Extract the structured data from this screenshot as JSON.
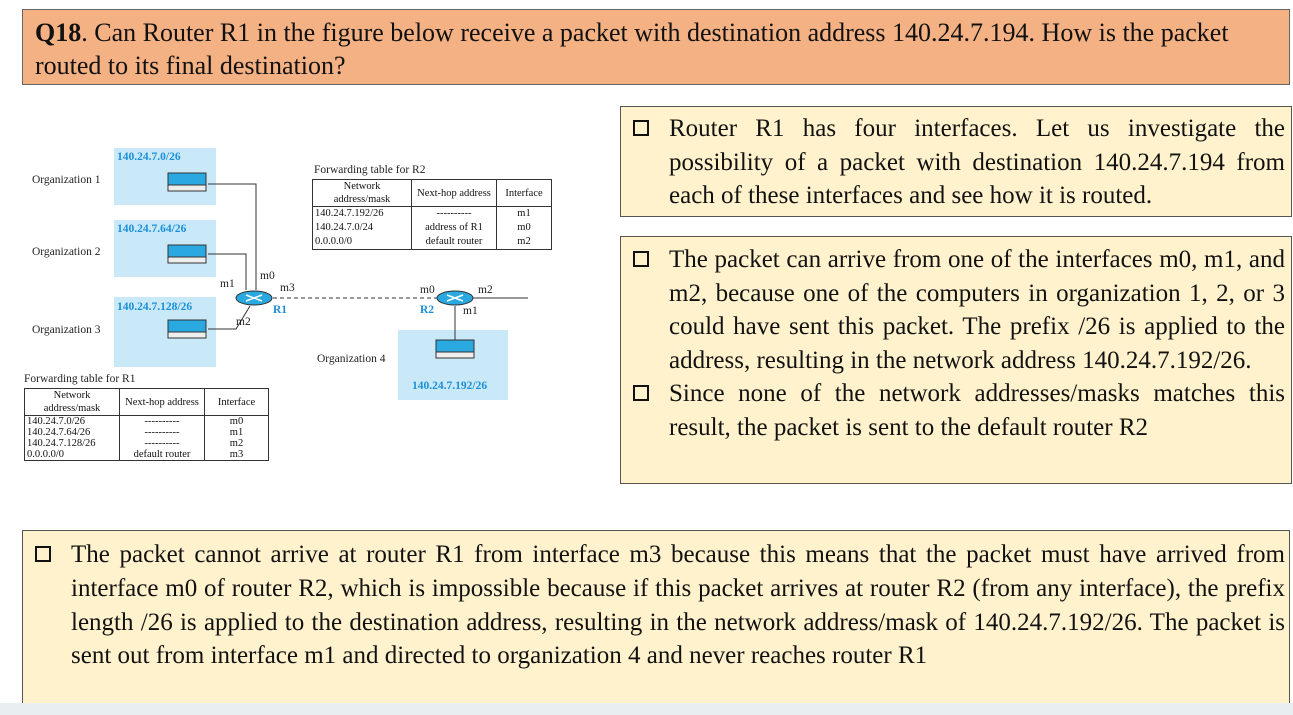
{
  "question": {
    "number": "Q18",
    "text": ". Can Router R1 in the figure below receive a packet with destination address 140.24.7.194. How is the packet routed to its final destination?"
  },
  "figure": {
    "org_labels": [
      "Organization 1",
      "Organization 2",
      "Organization 3",
      "Organization 4"
    ],
    "subnets": [
      "140.24.7.0/26",
      "140.24.7.64/26",
      "140.24.7.128/26",
      "140.24.7.192/26"
    ],
    "r1": {
      "name": "R1",
      "m0": "m0",
      "m1": "m1",
      "m2": "m2",
      "m3": "m3"
    },
    "r2": {
      "name": "R2",
      "m0": "m0",
      "m1": "m1",
      "m2": "m2"
    },
    "table_r2": {
      "caption": "Forwarding table for R2",
      "headers": [
        "Network address/mask",
        "Next-hop address",
        "Interface"
      ],
      "rows": [
        [
          "140.24.7.192/26",
          "----------",
          "m1"
        ],
        [
          "140.24.7.0/24",
          "address of R1",
          "m0"
        ],
        [
          "0.0.0.0/0",
          "default router",
          "m2"
        ]
      ]
    },
    "table_r1": {
      "caption": "Forwarding table for R1",
      "headers": [
        "Network address/mask",
        "Next-hop address",
        "Interface"
      ],
      "rows": [
        [
          "140.24.7.0/26",
          "----------",
          "m0"
        ],
        [
          "140.24.7.64/26",
          "----------",
          "m1"
        ],
        [
          "140.24.7.128/26",
          "----------",
          "m2"
        ],
        [
          "0.0.0.0/0",
          "default router",
          "m3"
        ]
      ]
    }
  },
  "answers": {
    "a1": "Router R1 has four interfaces. Let us investigate the possibility of a packet with destination 140.24.7.194 from each of these interfaces and see how it is routed.",
    "a2": "The packet can arrive from one of the interfaces m0, m1, and m2, because one of the computers in organization 1, 2, or 3 could have sent this packet. The prefix /26 is applied to the address, resulting in the network address 140.24.7.192/26.",
    "a3": "Since none of the network addresses/masks matches this result, the packet is sent to the default router R2",
    "a4": "The packet cannot arrive at router R1 from interface m3 because this means that the packet must have arrived from interface m0 of router R2, which is impossible because if this packet arrives at router R2 (from any interface), the prefix length /26 is applied to the destination address, resulting in the network address/mask of 140.24.7.192/26. The packet is sent out from interface m1 and directed to organization 4 and never reaches router R1"
  },
  "colors": {
    "question_bg": "#f4b183",
    "answer_bg": "#fff2cc",
    "subnet_bg": "#c9e9f8",
    "router": "#2aa8e0"
  }
}
